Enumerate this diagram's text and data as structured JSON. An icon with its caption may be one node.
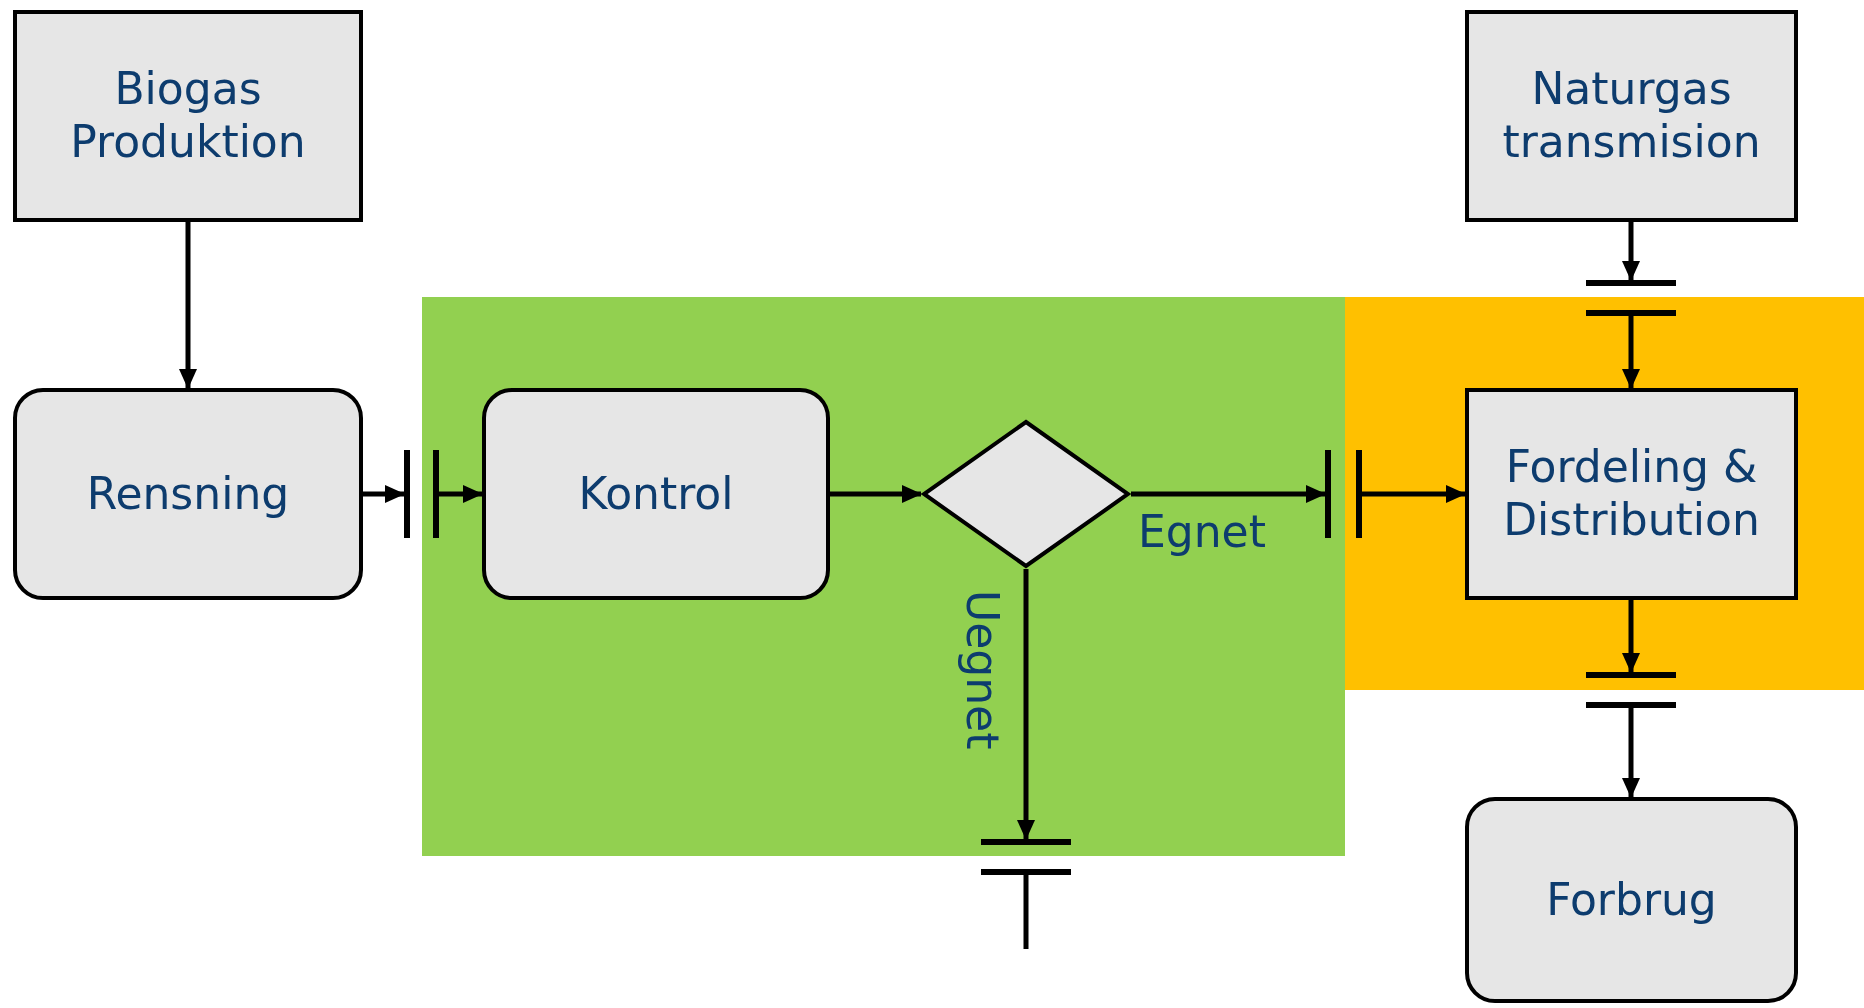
{
  "diagram": {
    "nodes": [
      {
        "text": [
          "Biogas Produktion"
        ]
      },
      {
        "text": [
          "Naturgas transmision"
        ]
      },
      {
        "text": [
          "Rensning"
        ]
      },
      {
        "text": [],
        "shape": "box"
      },
      {
        "text": [
          "Kontrol"
        ],
        "in": 3
      },
      {
        "text": [],
        "shape": "diamond",
        "in": 3
      },
      {
        "text": [],
        "shape": "box"
      },
      {
        "text": [
          "Fordeling & Distribution"
        ],
        "in": 6
      },
      {
        "text": [
          "Forbrug"
        ]
      },
      {
        "text": [],
        "shape": "bar"
      },
      {
        "text": [],
        "shape": "bar",
        "in": 3
      },
      {
        "text": [],
        "shape": "bar",
        "in": 3
      },
      {
        "text": [],
        "shape": "bar",
        "in": 6
      },
      {
        "text": [],
        "shape": "bar"
      },
      {
        "text": [],
        "shape": "bar",
        "in": 6
      },
      {
        "text": [],
        "shape": "bar",
        "in": 6
      },
      {
        "text": [],
        "shape": "bar"
      },
      {
        "text": [],
        "shape": "bar",
        "in": 3
      },
      {
        "text": [],
        "shape": "bar"
      }
    ],
    "edges": [
      {
        "from": 0,
        "to": 2,
        "arrow": "to"
      },
      {
        "from": 2,
        "to": 9,
        "arrow": "to"
      },
      {
        "from": 10,
        "to": 4,
        "arrow": "to"
      },
      {
        "from": 4,
        "to": 5,
        "arrow": "to"
      },
      {
        "from": 5,
        "to": 11,
        "arrow": "to",
        "label": "Egnet"
      },
      {
        "from": 12,
        "to": 7,
        "arrow": "to"
      },
      {
        "from": 5,
        "to": 17,
        "arrow": "to",
        "label": "Uegnet"
      },
      {
        "from": 1,
        "to": 13,
        "arrow": "to"
      },
      {
        "from": 14,
        "to": 7,
        "arrow": "to"
      },
      {
        "from": 7,
        "to": 15,
        "arrow": "to"
      },
      {
        "from": 16,
        "to": 8,
        "arrow": "to"
      }
    ]
  }
}
